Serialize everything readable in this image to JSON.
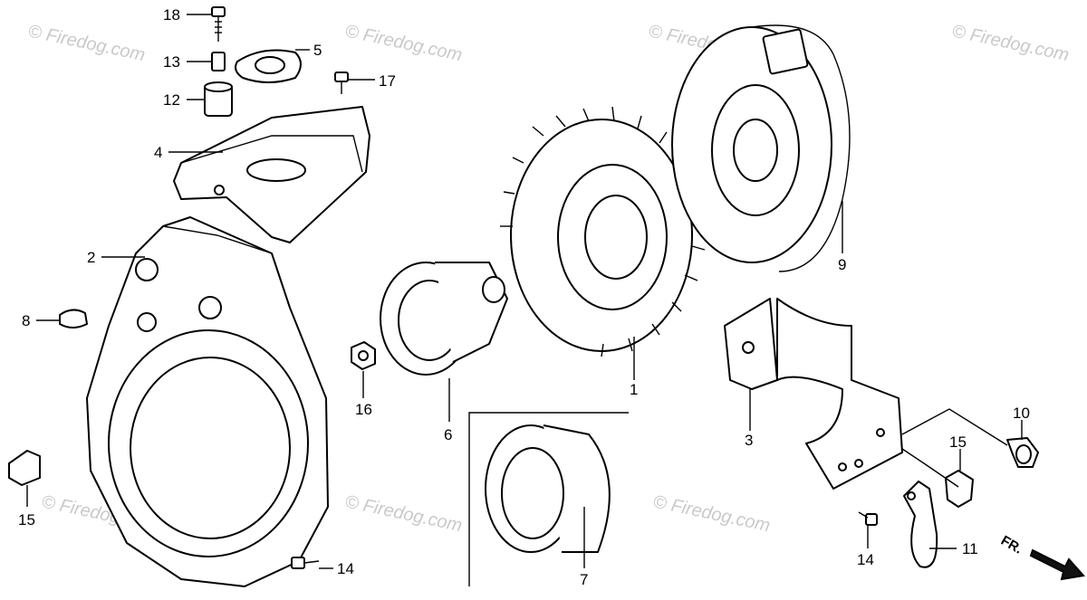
{
  "diagram": {
    "callouts": [
      {
        "id": "c18",
        "text": "18"
      },
      {
        "id": "c13",
        "text": "13"
      },
      {
        "id": "c5",
        "text": "5"
      },
      {
        "id": "c17",
        "text": "17"
      },
      {
        "id": "c12",
        "text": "12"
      },
      {
        "id": "c4",
        "text": "4"
      },
      {
        "id": "c2",
        "text": "2"
      },
      {
        "id": "c8",
        "text": "8"
      },
      {
        "id": "c16",
        "text": "16"
      },
      {
        "id": "c6",
        "text": "6"
      },
      {
        "id": "c1",
        "text": "1"
      },
      {
        "id": "c9",
        "text": "9"
      },
      {
        "id": "c3",
        "text": "3"
      },
      {
        "id": "c10",
        "text": "10"
      },
      {
        "id": "c15a",
        "text": "15"
      },
      {
        "id": "c15b",
        "text": "15"
      },
      {
        "id": "c7",
        "text": "7"
      },
      {
        "id": "c14a",
        "text": "14"
      },
      {
        "id": "c14b",
        "text": "14"
      },
      {
        "id": "c11",
        "text": "11"
      }
    ],
    "direction_marker": "FR.",
    "watermark": "© Firedog.com"
  }
}
